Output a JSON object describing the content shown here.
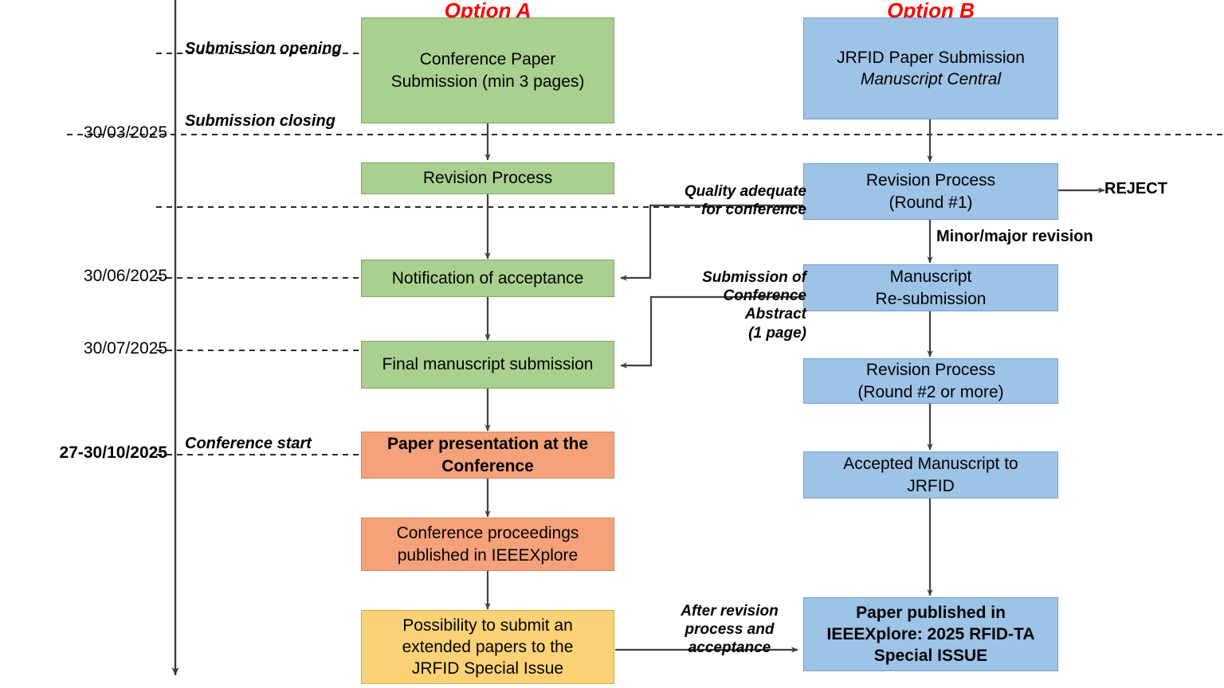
{
  "diagram": {
    "title_a": "Option A",
    "title_b": "Option B",
    "accent_color": "#ff0000",
    "colors": {
      "green": "#a9d08e",
      "blue": "#9dc3e6",
      "orange": "#f5a27a",
      "yellow": "#fbd276"
    }
  },
  "timeline": {
    "dates": [
      {
        "label": "30/03/2025",
        "bold": false
      },
      {
        "label": "30/06/2025",
        "bold": false
      },
      {
        "label": "30/07/2025",
        "bold": false
      },
      {
        "label": "27-30/10/2025",
        "bold": true
      }
    ],
    "events": [
      {
        "label": "Submission opening"
      },
      {
        "label": "Submission closing"
      },
      {
        "label": "Conference start"
      }
    ]
  },
  "option_a": {
    "nodes": [
      {
        "line1": "Conference Paper",
        "line2": "Submission (min 3 pages)"
      },
      {
        "line1": "Revision Process",
        "line2": ""
      },
      {
        "line1": "Notification of acceptance",
        "line2": ""
      },
      {
        "line1": "Final manuscript submission",
        "line2": ""
      },
      {
        "line1": "Paper presentation at the",
        "line2": "Conference"
      },
      {
        "line1": "Conference proceedings",
        "line2": "published in IEEEXplore"
      },
      {
        "line1": "Possibility to submit an",
        "line2": "extended papers to the",
        "line3": "JRFID Special Issue"
      }
    ]
  },
  "option_b": {
    "nodes": [
      {
        "line1": "JRFID Paper Submission",
        "line2": "Manuscript Central"
      },
      {
        "line1": "Revision Process",
        "line2": "(Round #1)"
      },
      {
        "line1": "Manuscript",
        "line2": "Re-submission"
      },
      {
        "line1": "Revision Process",
        "line2": "(Round #2 or more)"
      },
      {
        "line1": "Accepted Manuscript to",
        "line2": "JRFID"
      },
      {
        "line1": "Paper published in",
        "line2": "IEEEXplore: 2025 RFID-TA",
        "line3": "Special ISSUE"
      }
    ]
  },
  "edge_labels": {
    "reject": "REJECT",
    "minor_major": "Minor/major revision",
    "quality_l1": "Quality adequate",
    "quality_l2": "for conference",
    "abstract_l1": "Submission of",
    "abstract_l2": "Conference",
    "abstract_l3": "Abstract",
    "abstract_l4": "(1 page)",
    "after_rev_l1": "After revision",
    "after_rev_l2": "process and",
    "after_rev_l3": "acceptance"
  }
}
